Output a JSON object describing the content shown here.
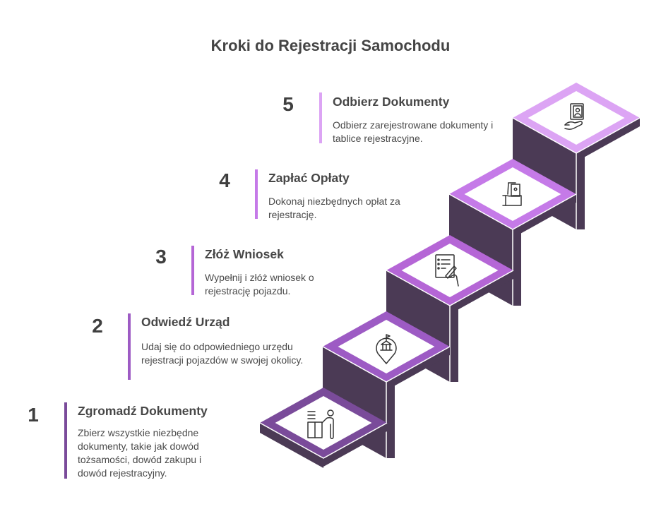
{
  "title": "Kroki do Rejestracji Samochodu",
  "colors": {
    "dark": "#4b3a55",
    "step_accents": [
      "#7a4b9a",
      "#9d5bc4",
      "#b566d6",
      "#c57ae8",
      "#dca4f4"
    ]
  },
  "steps": [
    {
      "number": "1",
      "heading": "Zgromadź Dokumenty",
      "description": "Zbierz wszystkie niezbędne dokumenty, takie jak dowód tożsamości, dowód zakupu i dowód rejestracyjny.",
      "icon": "person-at-desk-icon"
    },
    {
      "number": "2",
      "heading": "Odwiedź Urząd",
      "description": "Udaj się do odpowiedniego urzędu rejestracji pojazdów w swojej okolicy.",
      "icon": "government-building-pin-icon"
    },
    {
      "number": "3",
      "heading": "Złóż Wniosek",
      "description": "Wypełnij i złóż wniosek o rejestrację pojazdu.",
      "icon": "signing-form-icon"
    },
    {
      "number": "4",
      "heading": "Zapłać Opłaty",
      "description": "Dokonaj niezbędnych opłat za rejestrację.",
      "icon": "hand-with-money-icon"
    },
    {
      "number": "5",
      "heading": "Odbierz Dokumenty",
      "description": "Odbierz zarejestrowane dokumenty i tablice rejestracyjne.",
      "icon": "hand-receiving-document-icon"
    }
  ]
}
